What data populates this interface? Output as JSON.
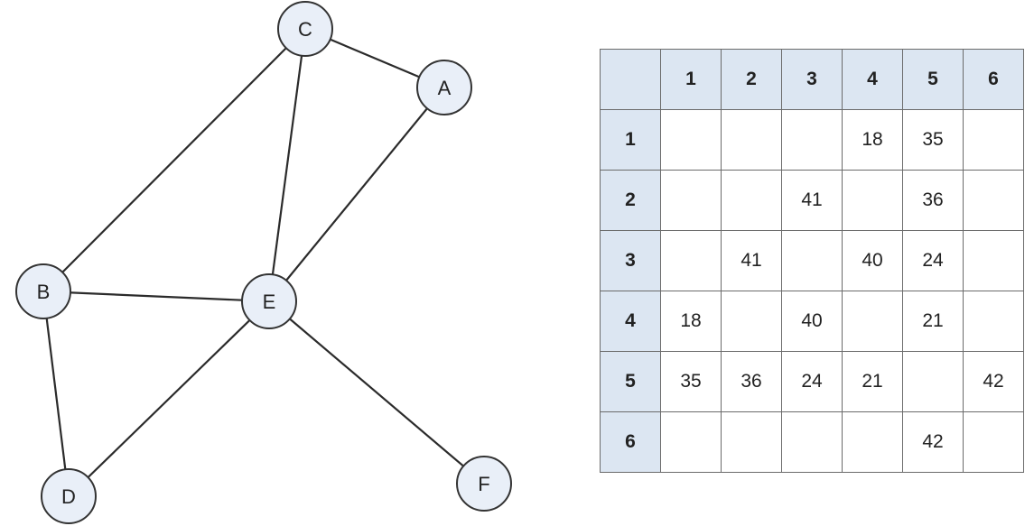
{
  "graph": {
    "nodes": [
      {
        "id": "A",
        "label": "A"
      },
      {
        "id": "B",
        "label": "B"
      },
      {
        "id": "C",
        "label": "C"
      },
      {
        "id": "D",
        "label": "D"
      },
      {
        "id": "E",
        "label": "E"
      },
      {
        "id": "F",
        "label": "F"
      }
    ],
    "edges": [
      [
        "C",
        "A"
      ],
      [
        "C",
        "B"
      ],
      [
        "C",
        "E"
      ],
      [
        "A",
        "E"
      ],
      [
        "B",
        "E"
      ],
      [
        "B",
        "D"
      ],
      [
        "E",
        "D"
      ],
      [
        "E",
        "F"
      ]
    ]
  },
  "matrix": {
    "col_headers": [
      "1",
      "2",
      "3",
      "4",
      "5",
      "6"
    ],
    "rows": [
      {
        "header": "1",
        "cells": [
          "",
          "",
          "",
          "18",
          "35",
          ""
        ]
      },
      {
        "header": "2",
        "cells": [
          "",
          "",
          "41",
          "",
          "36",
          ""
        ]
      },
      {
        "header": "3",
        "cells": [
          "",
          "41",
          "",
          "40",
          "24",
          ""
        ]
      },
      {
        "header": "4",
        "cells": [
          "18",
          "",
          "40",
          "",
          "21",
          ""
        ]
      },
      {
        "header": "5",
        "cells": [
          "35",
          "36",
          "24",
          "21",
          "",
          "42"
        ]
      },
      {
        "header": "6",
        "cells": [
          "",
          "",
          "",
          "",
          "42",
          ""
        ]
      }
    ]
  },
  "colors": {
    "node_fill": "#e9eff8",
    "header_fill": "#dce6f2",
    "edge": "#2b2b2b"
  }
}
